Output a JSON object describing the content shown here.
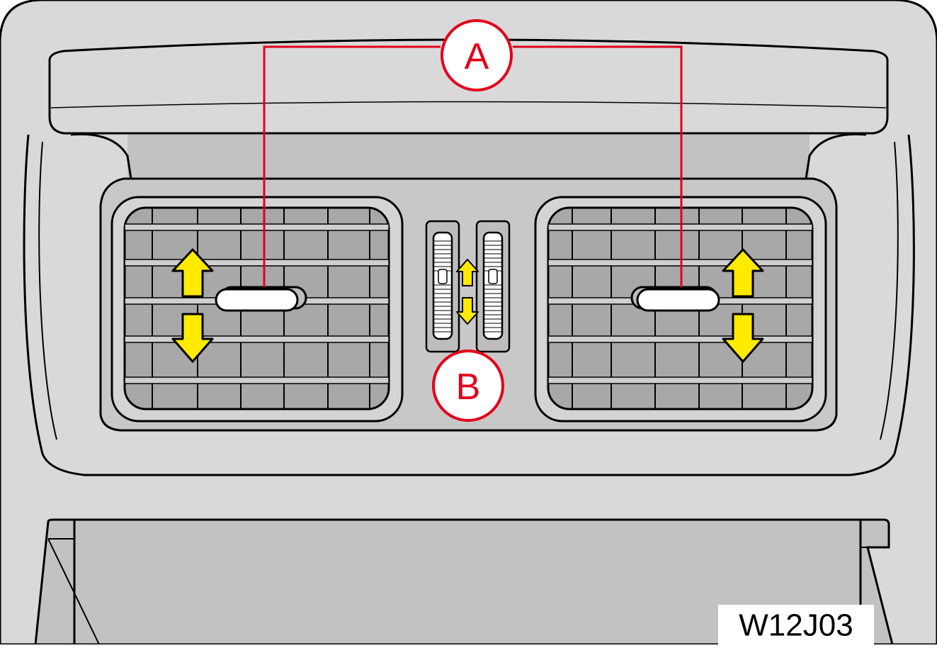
{
  "diagram": {
    "callouts": [
      {
        "id": "A",
        "label": "A"
      },
      {
        "id": "B",
        "label": "B"
      }
    ],
    "figure_code": "W12J03",
    "colors": {
      "panel": "#d9d9d9",
      "panel_dark": "#c2c2c2",
      "vent_interior": "#a8a8a8",
      "outline": "#000000",
      "callout": "#e3001b",
      "arrow_fill": "#ffea00"
    },
    "icons": [
      "arrow-up-icon",
      "arrow-down-icon"
    ]
  }
}
